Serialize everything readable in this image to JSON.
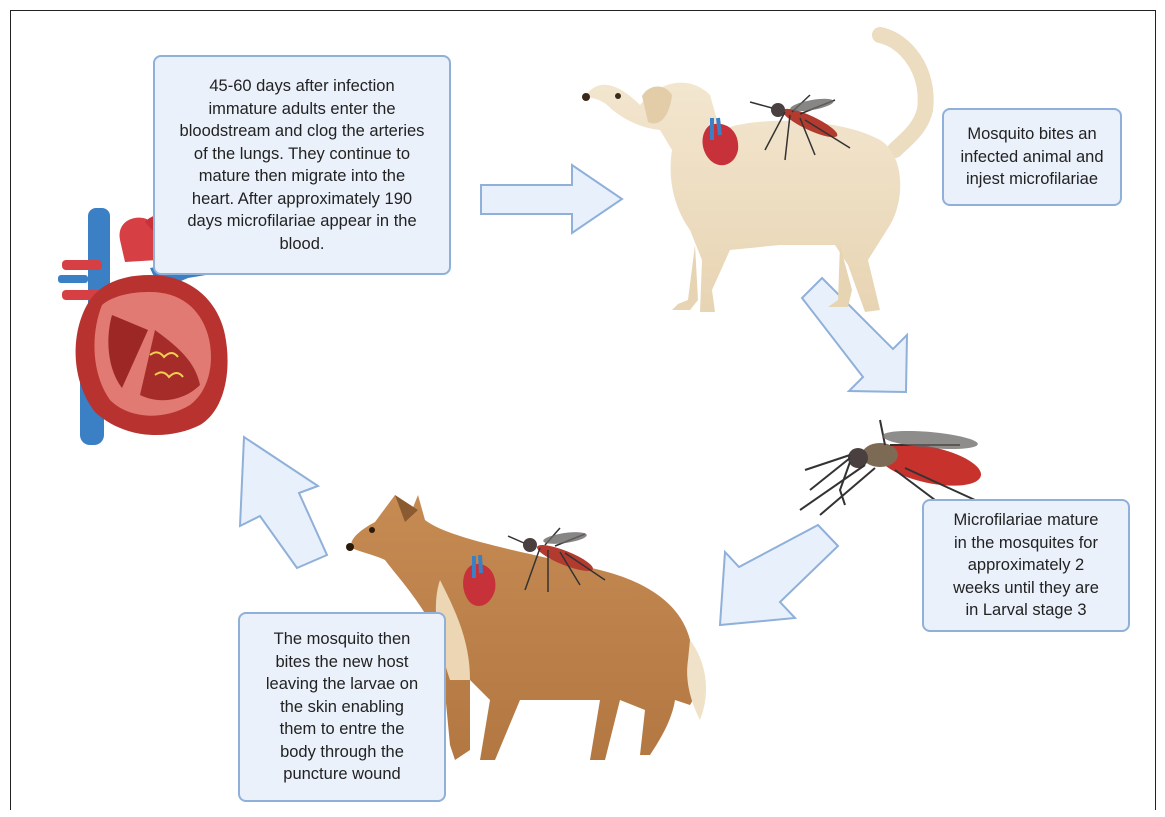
{
  "colors": {
    "box_fill": "#eaf1fb",
    "box_border": "#8fb0d9",
    "arrow_fill": "#e8f0fb",
    "arrow_stroke": "#8fb0d9"
  },
  "steps": [
    {
      "id": "heart",
      "text": "45-60 days after infection\nimmature adults enter the\nbloodstream and clog the arteries\nof the lungs. They continue to\nmature then migrate into the\nheart.  After approximately 190\ndays microfilariae appear in the\nblood."
    },
    {
      "id": "bite-infected",
      "text": "Mosquito bites an\ninfected animal and\ninjest microfilariae"
    },
    {
      "id": "mature",
      "text": "Microfilariae  mature\nin the mosquites for\napproximately 2\nweeks until they are\nin Larval stage 3"
    },
    {
      "id": "new-host",
      "text": "The mosquito then\nbites the new host\nleaving the larvae on\nthe skin enabling\nthem to entre the\nbody through the\npuncture wound"
    }
  ],
  "icons": [
    "heart-illustration-icon",
    "infected-dog-icon",
    "mosquito-icon",
    "new-host-dog-icon"
  ]
}
